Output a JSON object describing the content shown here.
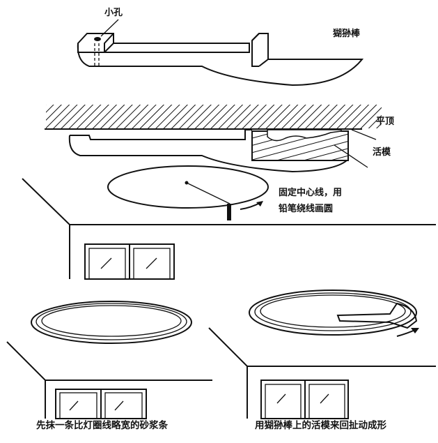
{
  "labels": {
    "small_hole": "小孔",
    "tool_name": "猢狲棒",
    "ceiling": "平顶",
    "movable_mold": "活模",
    "step1_line1": "固定中心线，用",
    "step1_line2": "铅笔绕线画圆"
  },
  "captions": {
    "left": "先抹一条比灯圈线略宽的砂浆条",
    "right": "用猢狲棒上的活模来回扯动成形"
  }
}
